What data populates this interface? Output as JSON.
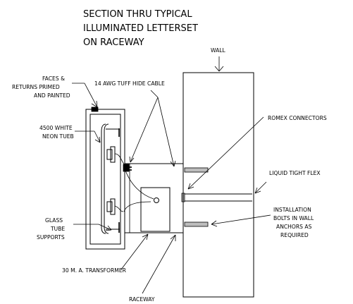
{
  "title": {
    "line1": "SECTION THRU TYPICAL",
    "line2": "ILLUMINATED LETTERSET",
    "line3": "ON RACEWAY"
  },
  "labels": {
    "wall": "WALL",
    "faces_1": "FACES &",
    "faces_2": "RETURNS PRIMED",
    "faces_3": "AND PAINTED",
    "cable": "14 AWG TUFF HIDE CABLE",
    "neon_1": "4500 WHITE",
    "neon_2": "NEON TUEB",
    "romex": "ROMEX CONNECTORS",
    "flex": "LIQUID TIGHT FLEX",
    "bolts_1": "INSTALLATION",
    "bolts_2": "BOLTS IN WALL",
    "bolts_3": "ANCHORS AS",
    "bolts_4": "REQUIRED",
    "glass_1": "GLASS",
    "glass_2": "TUBE",
    "glass_3": "SUPPORTS",
    "transformer": "30 M. A. TRANSFORMER",
    "raceway": "RACEWAY"
  }
}
